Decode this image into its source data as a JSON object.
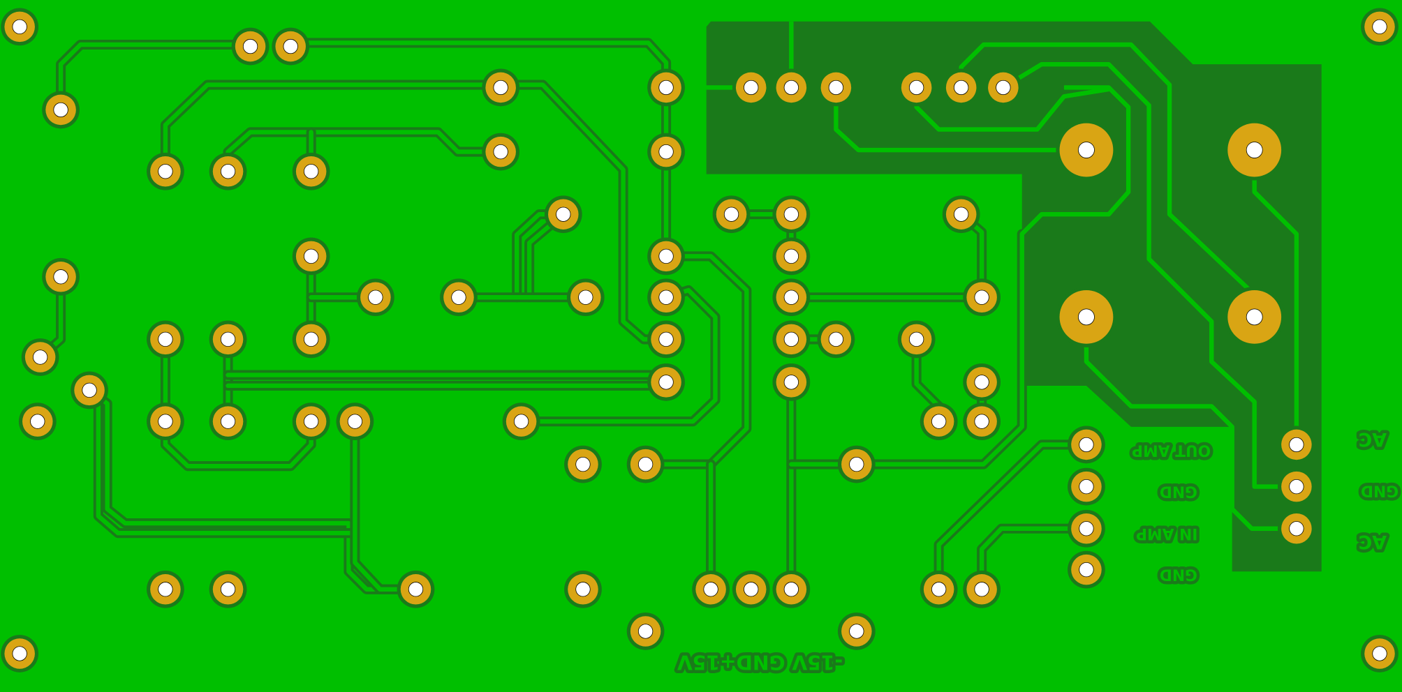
{
  "board": {
    "title": "PCB amplifier board layout",
    "copper_color": "#00bf00",
    "pour_color": "#1a7a1a",
    "pad_color": "#d9a514"
  },
  "labels": {
    "out_amp": "OUT AMP",
    "gnd_1": "GND",
    "in_amp": "IN AMP",
    "gnd_2": "GND",
    "ac_1": "AC",
    "gnd_ac": "GND",
    "ac_2": "AC",
    "power": "-15V GND+15V"
  }
}
